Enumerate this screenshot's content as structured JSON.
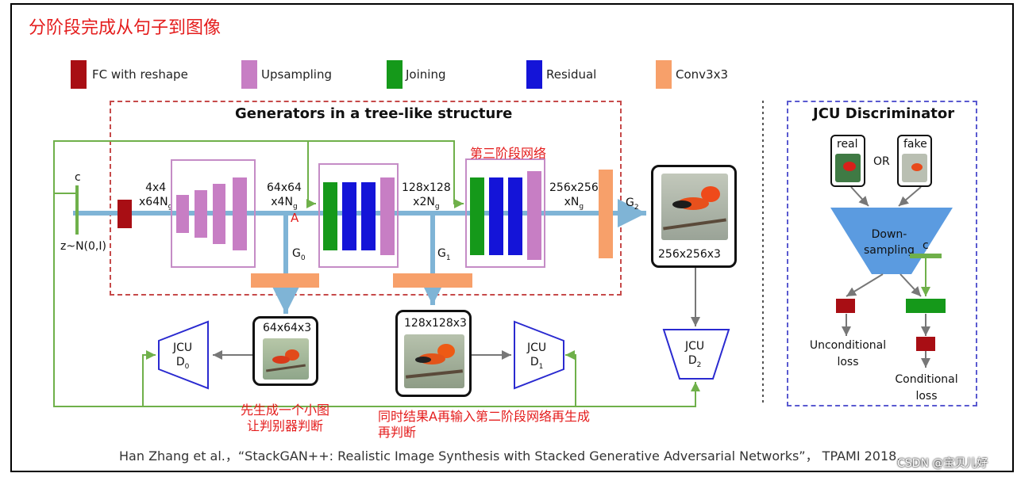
{
  "title": "分阶段完成从句子到图像",
  "legend": [
    {
      "label": "FC with reshape",
      "color": "#a80e14"
    },
    {
      "label": "Upsampling",
      "color": "#c77ec4"
    },
    {
      "label": "Joining",
      "color": "#15991a"
    },
    {
      "label": "Residual",
      "color": "#1414d8"
    },
    {
      "label": "Conv3x3",
      "color": "#f7a06a"
    }
  ],
  "generator": {
    "heading": "Generators in a tree-like structure",
    "stage3_note": "第三阶段网络",
    "c_label": "c",
    "z_label": "z~N(0,I)",
    "dim1_a": "4x4",
    "dim1_b": "x64N",
    "dim1_sub": "g",
    "dim2_a": "64x64",
    "dim2_b": "x4N",
    "dim2_sub": "g",
    "point_a": "A",
    "dim3_a": "128x128",
    "dim3_b": "x2N",
    "dim3_sub": "g",
    "dim4_a": "256x256",
    "dim4_b": "xN",
    "dim4_sub": "g",
    "g0": "G",
    "g0_sub": "0",
    "g1": "G",
    "g1_sub": "1",
    "g2": "G",
    "g2_sub": "2"
  },
  "images": {
    "img0_label": "64x64x3",
    "img1_label": "128x128x3",
    "img2_label": "256x256x3"
  },
  "discriminators": {
    "d0_a": "JCU",
    "d0_b": "D",
    "d0_sub": "0",
    "d1_a": "JCU",
    "d1_b": "D",
    "d1_sub": "1",
    "d2_a": "JCU",
    "d2_b": "D",
    "d2_sub": "2"
  },
  "annotations": {
    "note1_line1": "先生成一个小图",
    "note1_line2": "让判别器判断",
    "note2_line1": "同时结果A再输入第二阶段网络再生成",
    "note2_line2": "再判断"
  },
  "jcu_panel": {
    "heading": "JCU Discriminator",
    "real": "real",
    "or": "OR",
    "fake": "fake",
    "down_1": "Down-",
    "down_2": "sampling",
    "c": "c",
    "uncond_1": "Unconditional",
    "uncond_2": "loss",
    "cond_1": "Conditional",
    "cond_2": "loss"
  },
  "citation": "Han Zhang et al.，“StackGAN++: Realistic Image Synthesis with Stacked Generative Adversarial Networks”， TPAMI 2018.",
  "watermark": "CSDN @宝贝儿好",
  "colors": {
    "fc": "#a80e14",
    "upsampling": "#c77ec4",
    "joining": "#15991a",
    "residual": "#1414d8",
    "conv": "#f7a06a",
    "flow": "#7fb4d6",
    "green_line": "#6fb04a",
    "red_text": "#e41c1c"
  }
}
